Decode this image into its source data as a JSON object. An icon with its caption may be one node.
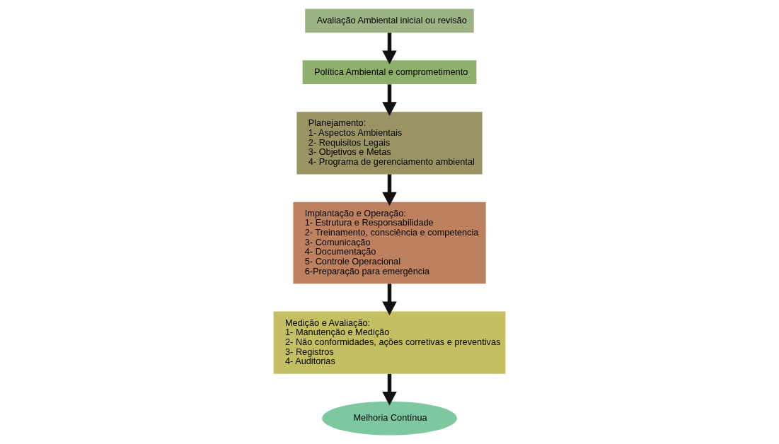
{
  "diagram": {
    "nodes": [
      {
        "text": [
          "Melhoria Contínua"
        ]
      },
      {
        "text": [
          "Avaliação Ambiental inicial ou revisão"
        ]
      },
      {
        "text": [
          "Medição e Avaliação:",
          "1- Manutenção e Medição",
          "2- Não conformidades, ações corretivas e preventivas",
          "3- Registros",
          "4- Auditorias"
        ]
      },
      {
        "text": [
          "Política Ambiental e comprometimento"
        ]
      },
      {
        "text": [
          "Planejamento:",
          "1- Aspectos Ambientais",
          "2- Requisitos Legais",
          "3- Objetivos e Metas",
          "4- Programa de gerenciamento ambiental"
        ]
      },
      {
        "text": [
          "Implantação e Operação:",
          "1- Estrutura e Responsabilidade",
          "2- Treinamento, consciência e competencia",
          "3- Comunicação",
          "4- Documentação",
          "5- Controle Operacional",
          "6-Preparação para emergência"
        ]
      }
    ],
    "edges": [
      {
        "from": 1,
        "to": 3,
        "arrow": "to"
      },
      {
        "from": 3,
        "to": 4,
        "arrow": "to"
      },
      {
        "from": 4,
        "to": 5,
        "arrow": "to"
      },
      {
        "from": 5,
        "to": 2,
        "arrow": "to"
      },
      {
        "from": 2,
        "to": 0,
        "arrow": "to"
      }
    ]
  }
}
